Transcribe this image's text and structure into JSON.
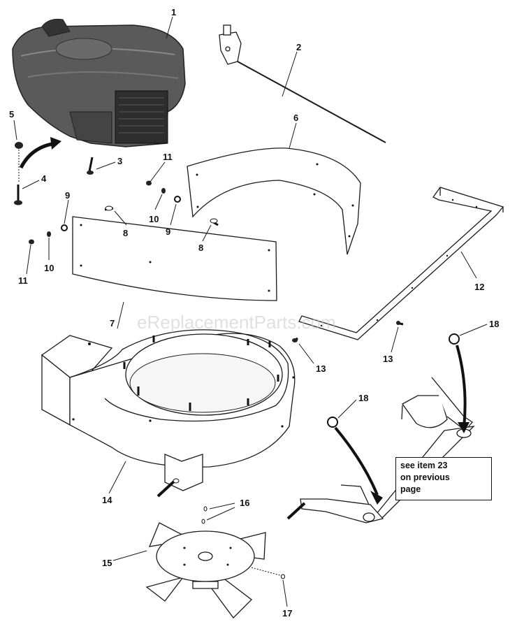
{
  "callouts": [
    {
      "id": "c1",
      "label": "1"
    },
    {
      "id": "c2",
      "label": "2"
    },
    {
      "id": "c3",
      "label": "3"
    },
    {
      "id": "c4",
      "label": "4"
    },
    {
      "id": "c5",
      "label": "5"
    },
    {
      "id": "c6",
      "label": "6"
    },
    {
      "id": "c7",
      "label": "7"
    },
    {
      "id": "c8a",
      "label": "8"
    },
    {
      "id": "c8b",
      "label": "8"
    },
    {
      "id": "c9a",
      "label": "9"
    },
    {
      "id": "c9b",
      "label": "9"
    },
    {
      "id": "c10a",
      "label": "10"
    },
    {
      "id": "c10b",
      "label": "10"
    },
    {
      "id": "c11a",
      "label": "11"
    },
    {
      "id": "c11b",
      "label": "11"
    },
    {
      "id": "c12",
      "label": "12"
    },
    {
      "id": "c13a",
      "label": "13"
    },
    {
      "id": "c13b",
      "label": "13"
    },
    {
      "id": "c14",
      "label": "14"
    },
    {
      "id": "c15",
      "label": "15"
    },
    {
      "id": "c16",
      "label": "16"
    },
    {
      "id": "c17",
      "label": "17"
    },
    {
      "id": "c18a",
      "label": "18"
    },
    {
      "id": "c18b",
      "label": "18"
    }
  ],
  "note": {
    "line1": "see item 23",
    "line2": "on previous",
    "line3": "page"
  },
  "watermark": "eReplacementParts.com",
  "colors": {
    "line": "#1a1a1a",
    "engine": "#4a4a4a",
    "watermark": "#c8c8c8"
  }
}
